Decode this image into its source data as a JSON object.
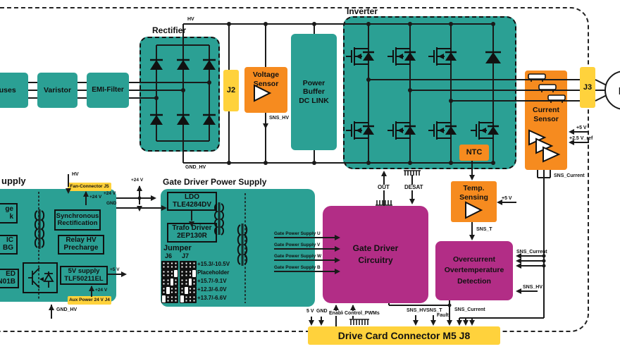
{
  "colors": {
    "teal": "#2ba094",
    "orange": "#f68b1f",
    "magenta": "#b22d86",
    "yellow": "#ffd23c",
    "line": "#1a1a1a"
  },
  "input_chain": {
    "fuses": "Fuses",
    "varistor": "Varistor",
    "emi_filter": "EMI-Filter"
  },
  "rectifier": {
    "title": "Rectifier"
  },
  "rails": {
    "hv": "HV",
    "gnd_hv": "GND_HV"
  },
  "j2_label": "J2",
  "j3_label": "J3",
  "motor_label": "M",
  "voltage_sensor": {
    "line1": "Voltage",
    "line2": "Sensor",
    "sns_hv": "SNS_HV"
  },
  "dc_link": {
    "line1": "Power",
    "line2": "Buffer",
    "line3": "DC LINK"
  },
  "inverter": {
    "title": "Inverter",
    "ntc": "NTC",
    "out": "OUT",
    "desat": "DESAT"
  },
  "current_sensor": {
    "line1": "Current",
    "line2": "Sensor",
    "in_5v": "+5 V",
    "in_ref": "+2.5 V_ref",
    "sns_current": "SNS_Current"
  },
  "temp_sensing": {
    "line1": "Temp.",
    "line2": "Sensing",
    "in_5v": "+5 V",
    "sns_t": "SNS_T"
  },
  "overcurrent": {
    "line1": "Overcurrent",
    "line2": "Overtemperature",
    "line3": "Detection",
    "in_current": "SNS_Current",
    "in_hv": "SNS_HV"
  },
  "gate_driver": {
    "line1": "Gate Driver",
    "line2": "Circuitry"
  },
  "aux_supply": {
    "title_fragment": "upply",
    "hv_in": "HV",
    "gnd_hv_in": "GND_HV",
    "fan_tag": "Fan-Connector J5",
    "aux_tag": "Aux Power 24 V J4",
    "fan_24v": "+24 V",
    "aux_24v": "+24 V",
    "rail_24v": "+24 V",
    "out_24v": "+24 V",
    "out_gnd": "GND",
    "out_5v": "+5 V",
    "box1_l1": "ge",
    "box1_l2": "k",
    "box2_l1": "IC",
    "box2_l2": "BG",
    "box3_l1": "ED",
    "box3_l2": "N01B",
    "sync_l1": "Synchronous",
    "sync_l2": "Rectification",
    "relay_l1": "Relay HV",
    "relay_l2": "Precharge",
    "v5_l1": "5V supply",
    "v5_l2": "TLF50211EL"
  },
  "gdps": {
    "title": "Gate Driver Power Supply",
    "ldo_l1": "LDO",
    "ldo_l2": "TLE4284DV",
    "trafo_l1": "Trafo Driver",
    "trafo_l2": "2EP130R",
    "jumper_title": "Jumper",
    "j6": "J6",
    "j7": "J7",
    "rows": [
      {
        "label": "+15.3/-10.5V"
      },
      {
        "label": "Placeholder"
      },
      {
        "label": "+15.7/-9.1V"
      },
      {
        "label": "+12.3/-6.0V"
      },
      {
        "label": "+13.7/-6.6V"
      }
    ],
    "outputs": [
      {
        "label": "Gate Power Supply U"
      },
      {
        "label": "Gate Power Supply V"
      },
      {
        "label": "Gate Power Supply W"
      },
      {
        "label": "Gate Power Supply B"
      }
    ]
  },
  "connector": {
    "label": "Drive Card Connector M5 J8",
    "sig_5v": "5 V",
    "sig_gnd": "GND",
    "sig_enable": "Enable",
    "sig_pwm": "Control_PWMs",
    "sig_sns_hv": "SNS_HV",
    "sig_sns_t": "SNS_T",
    "sig_fault": "Fault",
    "sig_sns_current": "SNS_Current"
  }
}
